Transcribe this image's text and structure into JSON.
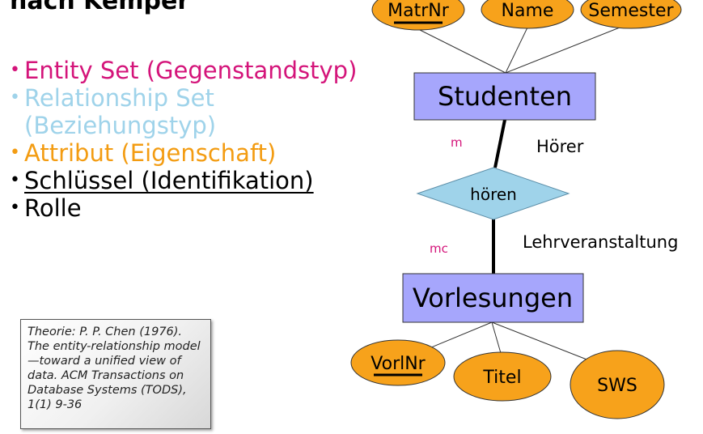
{
  "title": "nach Kemper",
  "legend": {
    "entity": "Entity Set (Gegenstandstyp)",
    "relationship_line1": "Relationship Set",
    "relationship_line2": "(Beziehungstyp)",
    "attribute": "Attribut (Eigenschaft)",
    "key": "Schlüssel (Identifikation)",
    "role": "Rolle"
  },
  "reference": "Theorie: P. P. Chen (1976). The entity-relationship model—toward a unified view of data. ACM Transactions on Database Systems (TODS), 1(1) 9-36",
  "diagram": {
    "entities": {
      "students": "Studenten",
      "lectures": "Vorlesungen"
    },
    "relationship": "hören",
    "student_attributes": {
      "key": "MatrNr",
      "name": "Name",
      "semester": "Semester"
    },
    "lecture_attributes": {
      "key": "VorlNr",
      "title": "Titel",
      "sws": "SWS"
    },
    "roles": {
      "students": "Hörer",
      "lectures": "Lehrveranstaltung"
    },
    "cardinalities": {
      "students": "m",
      "lectures": "mc"
    }
  },
  "colors": {
    "entity_fill": "#a6a6fc",
    "relationship_fill": "#9fd3ea",
    "attribute_fill": "#f7a21b",
    "cardinality": "#d4147a",
    "legend_entity": "#d4147a",
    "legend_relationship": "#9fd3ea",
    "legend_attribute": "#f39c12"
  }
}
